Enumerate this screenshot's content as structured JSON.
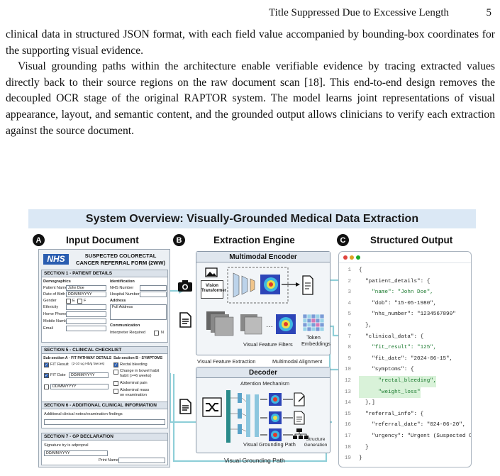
{
  "header": {
    "running_title": "Title Suppressed Due to Excessive Length",
    "page_number": "5"
  },
  "body": {
    "paragraph_1": "clinical data in structured JSON format, with each field value accompanied by bounding-box coordinates for the supporting visual evidence.",
    "paragraph_2": "Visual grounding paths within the architecture enable verifiable evidence by tracing extracted values directly back to their source regions on the raw document scan [18]. This end-to-end design removes the decoupled OCR stage of the original RAPTOR system. The model learns joint representations of visual appearance, layout, and semantic content, and the grounded output allows clinicians to verify each extraction against the source document."
  },
  "figure": {
    "title": "System Overview: Visually-Grounded Medical Data Extraction",
    "panels": {
      "a": {
        "badge": "A",
        "label": "Input Document"
      },
      "b": {
        "badge": "B",
        "label": "Extraction Engine"
      },
      "c": {
        "badge": "C",
        "label": "Structured Output"
      }
    },
    "doc": {
      "nhs": "NHS",
      "title": "SUSPECTED COLORECTAL CANCER REFERRAL FORM (2WW)",
      "sec1": "SECTION 1 - PATIENT DETAILS",
      "demographics": "Demographics",
      "identification": "Identification",
      "patient_name_lbl": "Patient Name",
      "patient_name_val": "John Doe",
      "dob_lbl": "Date of Birth",
      "dob_val": "DD/MM/YYYY",
      "gender_lbl": "Gender",
      "gender_m": "E",
      "gender_f": "F",
      "ethnicity": "Ethnicity",
      "home_phone": "Home Phone",
      "mobile": "Mobile Number",
      "email": "Email",
      "nhs_number": "NHS Number",
      "hospital_number": "Hospital Number",
      "address": "Address",
      "full_address": "Full Address",
      "communication": "Communication",
      "interpreter": "Interpreter Required",
      "interpreter_n": "N",
      "sec5": "SECTION 5 - CLINICAL CHECKLIST",
      "subA": "Sub-section A · FIT PATHWAY DETAILS",
      "subB": "Sub-section B · SYMPTOMS",
      "fit_result": "FIT Result",
      "fit_result_unit": "(2-10 ug Hb/g faeces)",
      "fit_date": "FIT Date",
      "fit_date_val": "DD/MM/YYYY",
      "blank_date": "DD/MM/YYYY",
      "sym1": "Rectal bleeding",
      "sym2": "Change in bowel habit",
      "sym2b": "habit (>=6 weeks)",
      "sym3": "Abdominal pain",
      "sym4": "Abdominal mass",
      "sym4b": "on examination",
      "sec6": "SECTION 6 - ADDITIONAL CLINICAL INFORMATION",
      "sec6_text": "Additional clinical notes/examination findings",
      "sec7": "SECTION 7 - GP DECLARATION",
      "sig": "Signature try is adpropral",
      "sig_date": "DD/MM/YYYY",
      "print_name": "Print Name"
    },
    "engine": {
      "encoder": "Multimodal Encoder",
      "vision_transformer": "Vision Transformer",
      "visual_feature_filters": "Visual Feature Filters",
      "token_embeddings": "Token Embeddings",
      "visual_feature_extraction": "Visual Feature Extraction",
      "multimodal_alignment": "Multimodal Alignment",
      "decoder": "Decoder",
      "attention_mechanism": "Attention Mechanism",
      "visual_grounding_path_inner": "Visual Grounding Path",
      "structure_generation": "Structure Generation",
      "visual_grounding_path": "Visual Grounding Path"
    },
    "code": {
      "lines": [
        {
          "n": "1",
          "t": "{",
          "s": false,
          "h": false
        },
        {
          "n": "2",
          "t": "  \"patient_details\": {",
          "s": false,
          "h": false
        },
        {
          "n": "3",
          "t": "    \"name\": \"John Doe\",",
          "s": true,
          "h": false
        },
        {
          "n": "4",
          "t": "    \"dob\": \"15-05-1980\",",
          "s": false,
          "h": false
        },
        {
          "n": "5",
          "t": "    \"nhs_number\": \"1234567890\"",
          "s": false,
          "h": false
        },
        {
          "n": "6",
          "t": "  },",
          "s": false,
          "h": false
        },
        {
          "n": "7",
          "t": "  \"clinical_data\": {",
          "s": false,
          "h": false
        },
        {
          "n": "8",
          "t": "    \"fit_result\": \"125\",",
          "s": true,
          "h": false
        },
        {
          "n": "9",
          "t": "    \"fit_date\": \"2024-06-15\",",
          "s": false,
          "h": false
        },
        {
          "n": "10",
          "t": "    \"symptoms\": {",
          "s": false,
          "h": false
        },
        {
          "n": "12",
          "t": "      \"rectal_bleeding\",",
          "s": true,
          "h": true
        },
        {
          "n": "13",
          "t": "      \"weight_loss\"",
          "s": true,
          "h": true
        },
        {
          "n": "14",
          "t": "  },]",
          "s": false,
          "h": false
        },
        {
          "n": "15",
          "t": "  \"referral_info\": {",
          "s": false,
          "h": false
        },
        {
          "n": "16",
          "t": "    \"referral_date\": \"024-06-20\",",
          "s": false,
          "h": false
        },
        {
          "n": "17",
          "t": "    \"urgency\": \"Urgent (Suspected Carc",
          "s": false,
          "h": false
        },
        {
          "n": "18",
          "t": "  }",
          "s": false,
          "h": false
        },
        {
          "n": "19",
          "t": "}",
          "s": false,
          "h": false
        }
      ]
    },
    "colors": {
      "title_bg": "#dbe8f5",
      "grounding_line": "#8fcfd8",
      "nhs_blue": "#2a5db0",
      "highlight": "#d9f2d9"
    }
  }
}
